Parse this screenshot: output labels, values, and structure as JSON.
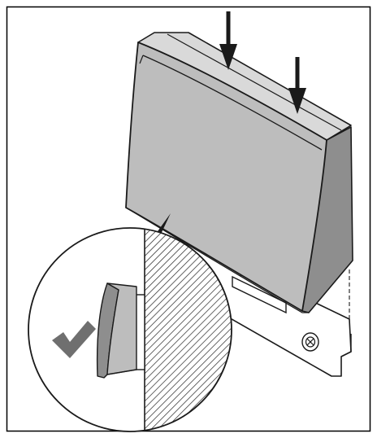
{
  "figure": {
    "kind": "technical-installation-illustration",
    "arrows": [
      {
        "name": "down-arrow-left",
        "direction": "down"
      },
      {
        "name": "down-arrow-right",
        "direction": "down"
      }
    ],
    "detail": {
      "shape": "circle",
      "mark": "checkmark-icon",
      "mark_color": "#6f6f6f"
    },
    "colors": {
      "housing_front": "#bdbdbd",
      "housing_side": "#8e8e8e",
      "housing_top": "#d9d9d9",
      "outline": "#1a1a1a",
      "frame": "#000000"
    }
  }
}
